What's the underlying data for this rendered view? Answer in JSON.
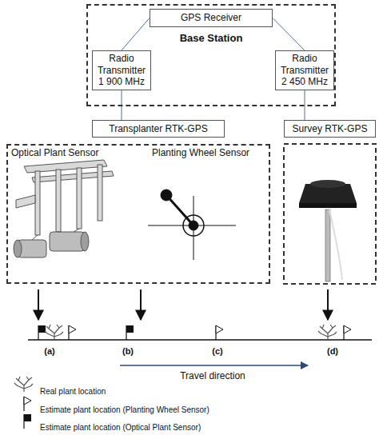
{
  "diagram": {
    "nodes": [
      {
        "text": [
          "Base Station"
        ]
      },
      {
        "text": [
          "GPS Receiver"
        ],
        "in": 0
      },
      {
        "text": [
          "Radio Transmitter 1 900 MHz"
        ],
        "in": 0
      },
      {
        "text": [
          "Radio Transmitter 2 450 MHz"
        ],
        "in": 0
      },
      {
        "text": [
          "Transplanter RTK-GPS"
        ]
      },
      {
        "text": [
          "Survey RTK-GPS"
        ]
      },
      {
        "text": [
          "Optical Plant Sensor",
          "Planting Wheel Sensor"
        ]
      }
    ],
    "edges": [
      {
        "from": 1,
        "to": 2,
        "arrow": "none"
      },
      {
        "from": 1,
        "to": 3,
        "arrow": "none"
      },
      {
        "from": 2,
        "to": 4,
        "arrow": "none"
      },
      {
        "from": 3,
        "to": 5,
        "arrow": "none"
      }
    ],
    "labels": [
      "(a)",
      "(b)",
      "(c)",
      "(d)",
      "Travel direction"
    ],
    "legend": [
      {
        "text": "Real plant location"
      },
      {
        "text": "Estimate plant location (Planting Wheel Sensor)"
      },
      {
        "text": "Estimate plant location (Optical Plant Sensor)"
      }
    ]
  }
}
